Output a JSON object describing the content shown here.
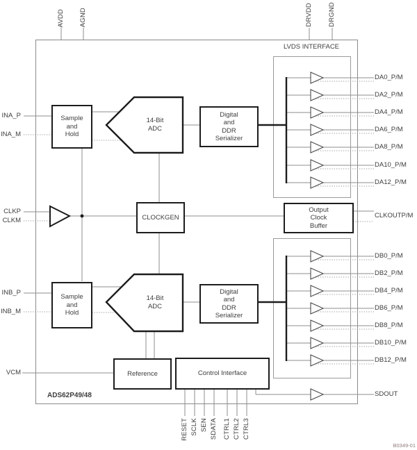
{
  "figure": {
    "chip_name": "ADS62P49/48",
    "figure_id": "B0349-01",
    "lvds_title": "LVDS INTERFACE"
  },
  "top_pins": [
    "AVDD",
    "AGND",
    "DRVDD",
    "DRGND"
  ],
  "left_pins": [
    "INA_P",
    "INA_M",
    "CLKP",
    "CLKM",
    "INB_P",
    "INB_M",
    "VCM"
  ],
  "bottom_pins": [
    "RESET",
    "SCLK",
    "SEN",
    "SDATA",
    "CTRL1",
    "CTRL2",
    "CTRL3"
  ],
  "right_ports": {
    "da": [
      "DA0_P/M",
      "DA2_P/M",
      "DA4_P/M",
      "DA6_P/M",
      "DA8_P/M",
      "DA10_P/M",
      "DA12_P/M"
    ],
    "db": [
      "DB0_P/M",
      "DB2_P/M",
      "DB4_P/M",
      "DB6_P/M",
      "DB8_P/M",
      "DB10_P/M",
      "DB12_P/M"
    ],
    "clkout": "CLKOUTP/M",
    "sdout": "SDOUT"
  },
  "blocks": {
    "sample_hold_a": "Sample\nand\nHold",
    "adc_a": "14-Bit\nADC",
    "serializer_a": "Digital\nand\nDDR\nSerializer",
    "clockgen": "CLOCKGEN",
    "output_clock_buffer": "Output\nClock\nBuffer",
    "sample_hold_b": "Sample\nand\nHold",
    "adc_b": "14-Bit\nADC",
    "serializer_b": "Digital\nand\nDDR\nSerializer",
    "reference": "Reference",
    "control_interface": "Control Interface"
  },
  "colors": {
    "wire": "#8c8c8c",
    "wire_dotted": "#9a9a9a",
    "block_border": "#1c1c1c",
    "group_border": "#9a9a9a",
    "text": "#3d3d3d",
    "figure_id_text": "#8f7c7c"
  }
}
